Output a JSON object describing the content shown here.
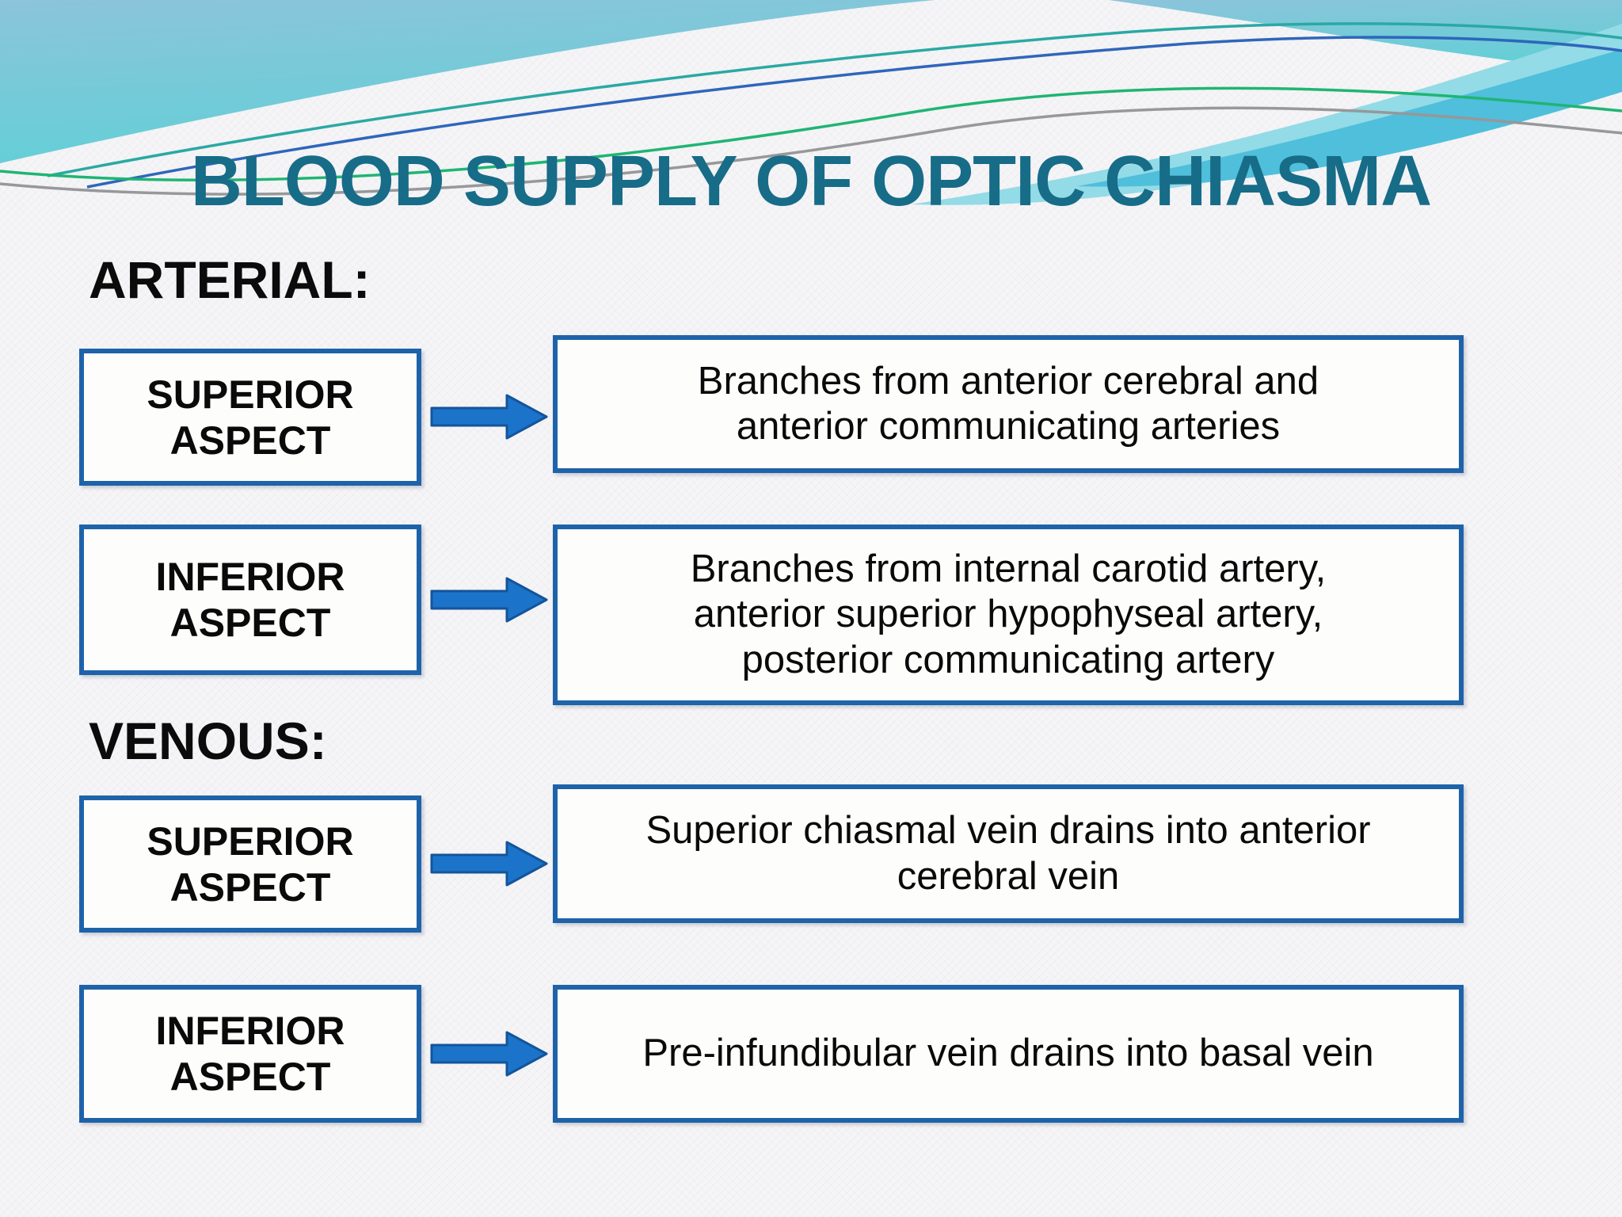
{
  "slide": {
    "title": "BLOOD SUPPLY OF OPTIC CHIASMA",
    "sections": [
      {
        "heading": "ARTERIAL:",
        "rows": [
          {
            "label": "SUPERIOR\nASPECT",
            "description": "Branches from anterior cerebral and\nanterior communicating arteries"
          },
          {
            "label": "INFERIOR\nASPECT",
            "description": "Branches from internal carotid artery,\nanterior superior hypophyseal artery,\nposterior communicating artery"
          }
        ]
      },
      {
        "heading": "VENOUS:",
        "rows": [
          {
            "label": "SUPERIOR\nASPECT",
            "description": "Superior chiasmal vein drains into anterior\ncerebral vein"
          },
          {
            "label": "INFERIOR\nASPECT",
            "description": "Pre-infundibular vein drains into basal vein"
          }
        ]
      }
    ],
    "icons": {
      "row_connector": "right-arrow-icon"
    },
    "colors": {
      "title_color": "#176C88",
      "heading_color": "#0B0B0B",
      "box_border": "#1E63A9",
      "box_fill": "#FDFDFC",
      "box_text": "#0A0A0A",
      "arrow_fill": "#1B74C9",
      "arrow_stroke": "#14549B",
      "body_bg": "#F5F4F6",
      "banner_top": "#8CC4DB",
      "banner_bottom": "#63CFD6",
      "band_pale": "#93DBE6",
      "band_deep": "#4FBFDB",
      "line_teal": "#2AA9A4",
      "line_blue": "#2E66BB",
      "line_green": "#1FB573",
      "line_gray": "#96989A"
    }
  }
}
